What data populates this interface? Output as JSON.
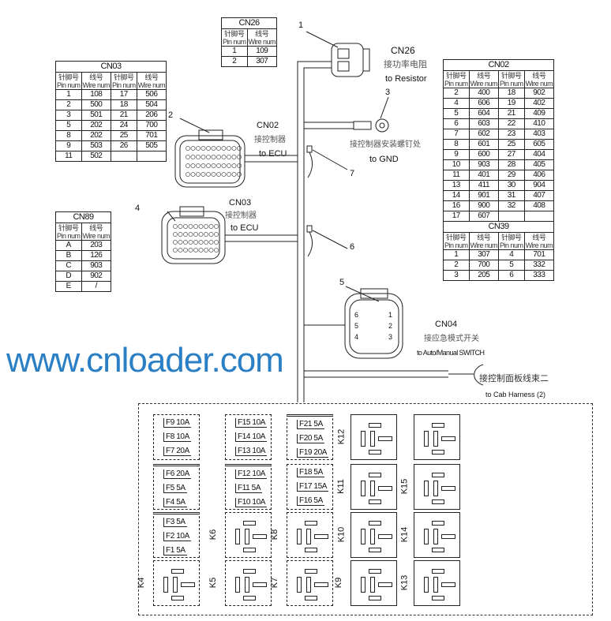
{
  "tables": {
    "cn26": {
      "title": "CN26",
      "hdr_cn": "针脚号",
      "hdr_cn2": "线号",
      "hdr_en": "Pin num",
      "hdr_en2": "Wire num",
      "rows": [
        [
          "1",
          "109"
        ],
        [
          "2",
          "307"
        ]
      ]
    },
    "cn03": {
      "title": "CN03",
      "hdr_cn": "针脚号",
      "hdr_cn2": "线号",
      "hdr_en": "Pin num",
      "hdr_en2": "Wire num",
      "rows": [
        [
          "1",
          "108",
          "17",
          "506"
        ],
        [
          "2",
          "500",
          "18",
          "504"
        ],
        [
          "3",
          "501",
          "21",
          "206"
        ],
        [
          "5",
          "202",
          "24",
          "700"
        ],
        [
          "8",
          "202",
          "25",
          "701"
        ],
        [
          "9",
          "503",
          "26",
          "505"
        ],
        [
          "11",
          "502",
          "",
          ""
        ]
      ]
    },
    "cn89": {
      "title": "CN89",
      "hdr_cn": "针脚号",
      "hdr_cn2": "线号",
      "hdr_en": "Pin num",
      "hdr_en2": "Wire num",
      "rows": [
        [
          "A",
          "203"
        ],
        [
          "B",
          "126"
        ],
        [
          "C",
          "903"
        ],
        [
          "D",
          "902"
        ],
        [
          "E",
          "/"
        ]
      ]
    },
    "cn02": {
      "title": "CN02",
      "hdr_cn": "针脚号",
      "hdr_cn2": "线号",
      "hdr_en": "Pin num",
      "hdr_en2": "Wire num",
      "rows": [
        [
          "2",
          "400",
          "18",
          "902"
        ],
        [
          "4",
          "606",
          "19",
          "402"
        ],
        [
          "5",
          "604",
          "21",
          "409"
        ],
        [
          "6",
          "603",
          "22",
          "410"
        ],
        [
          "7",
          "602",
          "23",
          "403"
        ],
        [
          "8",
          "601",
          "25",
          "605"
        ],
        [
          "9",
          "600",
          "27",
          "404"
        ],
        [
          "10",
          "903",
          "28",
          "405"
        ],
        [
          "11",
          "401",
          "29",
          "406"
        ],
        [
          "13",
          "411",
          "30",
          "904"
        ],
        [
          "14",
          "901",
          "31",
          "407"
        ],
        [
          "16",
          "900",
          "32",
          "408"
        ],
        [
          "17",
          "607",
          "",
          ""
        ]
      ]
    },
    "cn39": {
      "title": "CN39",
      "hdr_cn": "针脚号",
      "hdr_cn2": "线号",
      "hdr_en": "Pin num",
      "hdr_en2": "Wire num",
      "rows": [
        [
          "1",
          "307",
          "4",
          "701"
        ],
        [
          "2",
          "700",
          "5",
          "332"
        ],
        [
          "3",
          "205",
          "6",
          "333"
        ]
      ]
    }
  },
  "labels": {
    "n1": "1",
    "n2": "2",
    "n3": "3",
    "n4": "4",
    "n5": "5",
    "n6": "6",
    "n7": "7",
    "cn26": "CN26",
    "cn26_cn": "接功率电阻",
    "cn26_en": "to Resistor",
    "gnd_cn": "接控制器安装螺钉处",
    "gnd_en": "to GND",
    "cn02": "CN02",
    "cn02_cn": "接控制器",
    "cn02_en": "to ECU",
    "cn03": "CN03",
    "cn03_cn": "接控制器",
    "cn03_en": "to ECU",
    "cn04": "CN04",
    "cn04_cn": "接应急模式开关",
    "cn04_en": "to Auto/Manual   SWITCH",
    "cab_cn": "接控制面板线束二",
    "cab_en": "to Cab Harness (2)",
    "cn04_pins": [
      "6",
      "5",
      "4",
      "1",
      "2",
      "3"
    ]
  },
  "fuses": [
    [
      "F9 10A",
      "F8 10A",
      "F7 20A"
    ],
    [
      "F6 20A",
      "F5 5A",
      "F4 5A"
    ],
    [
      "F3 5A",
      "F2 10A",
      "F1 5A"
    ],
    [
      "F15 10A",
      "F14 10A",
      "F13 10A"
    ],
    [
      "F12 10A",
      "F11 5A",
      "F10 10A"
    ],
    [
      "F21 5A",
      "F20 5A",
      "F19 20A"
    ],
    [
      "F18 5A",
      "F17 15A",
      "F16 5A"
    ]
  ],
  "relays": {
    "k4": "K4",
    "k5": "K5",
    "k6": "K6",
    "k7": "K7",
    "k8": "K8",
    "k9": "K9",
    "k10": "K10",
    "k11": "K11",
    "k12": "K12",
    "k13": "K13",
    "k14": "K14",
    "k15": "K15"
  },
  "watermark": "www.cnloader.com"
}
